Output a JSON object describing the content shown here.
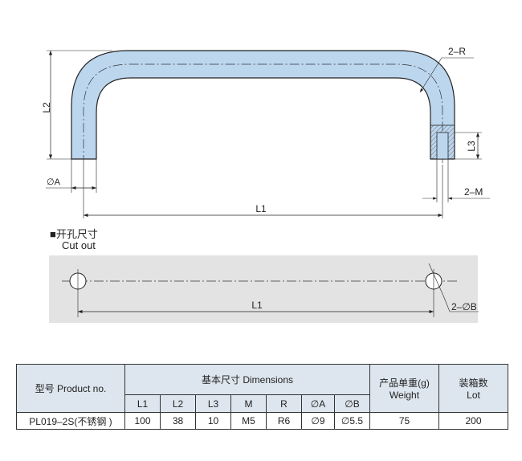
{
  "drawing": {
    "labels": {
      "l2": "L2",
      "r": "2–R",
      "l3": "L3",
      "a": "∅A",
      "m": "2–M",
      "l1": "L1",
      "l1_cut": "L1",
      "b": "2–∅B"
    }
  },
  "cutout": {
    "title_cn": "■开孔尺寸",
    "title_en": "Cut out"
  },
  "table": {
    "product_header": "型号 Product no.",
    "dimensions_header": "基本尺寸 Dimensions",
    "weight_header_cn": "产品单重(g)",
    "weight_header_en": "Weight",
    "lot_header_cn": "装箱数",
    "lot_header_en": "Lot",
    "columns": [
      "L1",
      "L2",
      "L3",
      "M",
      "R",
      "∅A",
      "∅B"
    ],
    "row": {
      "product": "PL019–2S(不锈钢 )",
      "values": [
        "100",
        "38",
        "10",
        "M5",
        "R6",
        "∅9",
        "∅5.5"
      ],
      "weight": "75",
      "lot": "200"
    }
  },
  "colors": {
    "handle": "#bcd6ee",
    "cutout_bg": "#e3e3e3",
    "header_bg": "#dde6ee"
  }
}
